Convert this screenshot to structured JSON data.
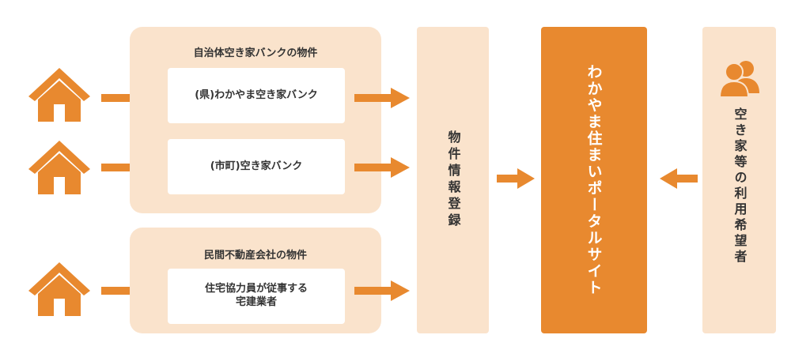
{
  "municipal_group": {
    "title": "自治体空き家バンクの物件",
    "items": [
      {
        "label": "(県)わかやま空き家バンク"
      },
      {
        "label": "(市町)空き家バンク"
      }
    ]
  },
  "private_group": {
    "title": "民間不動産会社の物件",
    "items": [
      {
        "label_line1": "住宅協力員が従事する",
        "label_line2": "宅建業者"
      }
    ]
  },
  "registration": {
    "label": "物件情報登録"
  },
  "portal": {
    "label": "わかやま住まいポータルサイト"
  },
  "users": {
    "label": "空き家等の利用希望者",
    "icon": "users-icon"
  },
  "colors": {
    "orange": "#e8892f",
    "light_peach": "#fae3cc",
    "white": "#ffffff",
    "text": "#333333"
  }
}
